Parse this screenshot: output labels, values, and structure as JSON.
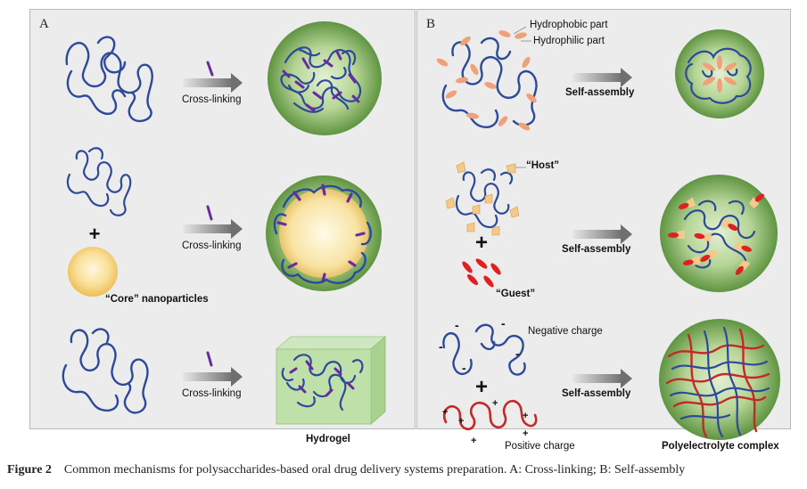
{
  "panel_a": {
    "label": "A",
    "arrow_label_1": "Cross-linking",
    "arrow_label_2": "Cross-linking",
    "arrow_label_3": "Cross-linking",
    "core_label": "“Core” nanoparticles",
    "hydrogel_label": "Hydrogel",
    "plus": "+"
  },
  "panel_b": {
    "label": "B",
    "hydrophobic_label": "Hydrophobic part",
    "hydrophilic_label": "Hydrophilic part",
    "arrow_label_1": "Self-assembly",
    "host_label": "“Host”",
    "guest_label": "“Guest”",
    "arrow_label_2": "Self-assembly",
    "negative_label": "Negative charge",
    "positive_label": "Positive charge",
    "arrow_label_3": "Self-assembly",
    "complex_label": "Polyelectrolyte complex",
    "plus": "+",
    "minus_sign": "-",
    "plus_sign": "+"
  },
  "caption": {
    "figure_number": "Figure 2",
    "text": "Common mechanisms for polysaccharides-based oral drug delivery systems preparation. A: Cross-linking; B: Self-assembly"
  },
  "colors": {
    "polymer": "#2d4a9a",
    "crosslink": "#6a2b9e",
    "sphere_outer": "#6ea24e",
    "sphere_inner": "#cfe3b4",
    "core": "#f6d27a",
    "hydrophobic": "#f0a17a",
    "guest": "#e02020",
    "positive_polymer": "#c62828",
    "arrow": "#777777"
  }
}
